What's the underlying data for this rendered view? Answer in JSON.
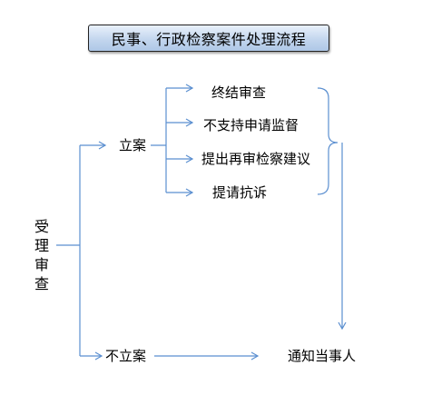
{
  "title": "民事、行政检察案件处理流程",
  "nodes": {
    "review": "受理审查",
    "file_case": "立案",
    "no_file_case": "不立案",
    "outcomes": [
      "终结审查",
      "不支持申请监督",
      "提出再审检察建议",
      "提请抗诉"
    ],
    "notify": "通知当事人"
  },
  "colors": {
    "line": "#5b8fd0",
    "title_fill": "#c3d6ee",
    "title_border": "#222222"
  }
}
